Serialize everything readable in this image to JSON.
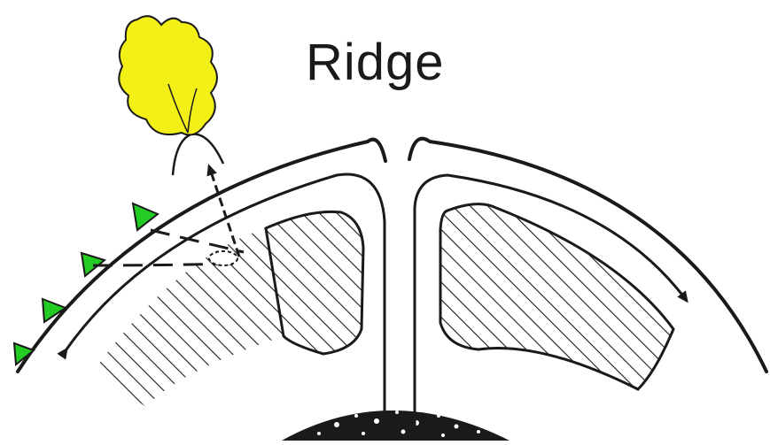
{
  "title": "Ridge",
  "colors": {
    "ink": "#1a1a1a",
    "plume": "#f3f018",
    "subduction_triangles": "#22cc22",
    "background": "#ffffff"
  },
  "elements": {
    "volcano_plume": "volcanic-eruption-cloud",
    "subduction_marker": "subduction-zone-triangles",
    "core": "speckled-core",
    "mantle_cells": [
      "left-convection-cell",
      "right-convection-cell"
    ]
  }
}
